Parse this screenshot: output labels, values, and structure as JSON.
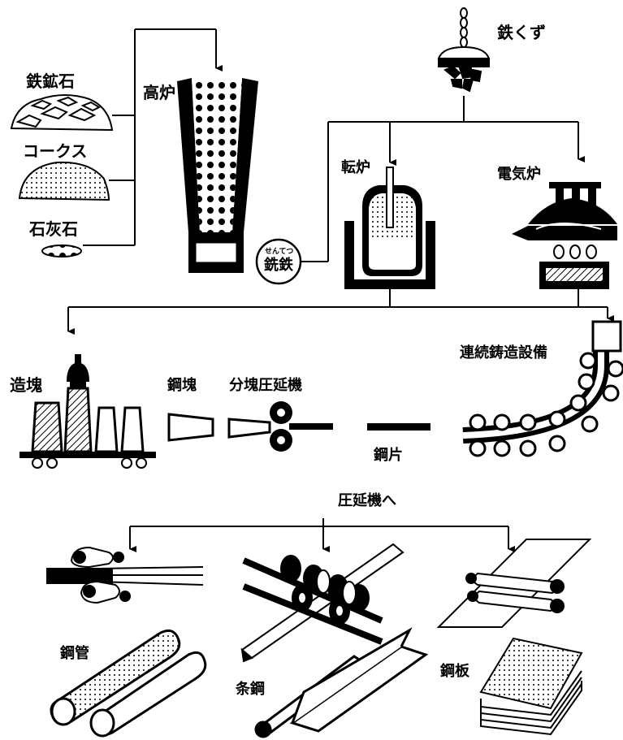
{
  "labels": {
    "iron_ore": "鉄鉱石",
    "coke": "コークス",
    "limestone": "石灰石",
    "blast_furnace": "高炉",
    "scrap_iron": "鉄くず",
    "converter": "転炉",
    "electric_furnace": "電気炉",
    "pig_iron": "銑鉄",
    "pig_iron_reading": "せんてつ",
    "continuous_casting": "連続鋳造設備",
    "ingot_making": "造塊",
    "steel_ingot": "鋼塊",
    "blooming_mill": "分塊圧延機",
    "steel_billet": "鋼片",
    "to_rolling_mill": "圧延機へ",
    "steel_pipe": "鋼管",
    "bar_steel": "条鋼",
    "steel_plate": "鋼板"
  },
  "colors": {
    "ink": "#000000",
    "paper": "#ffffff"
  }
}
